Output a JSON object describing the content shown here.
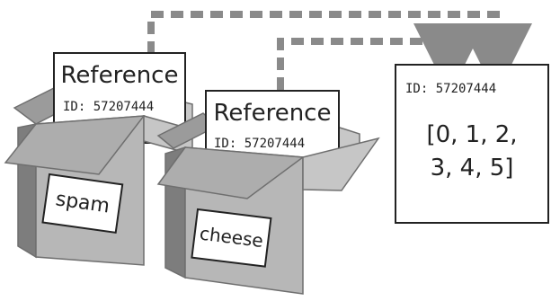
{
  "boxes": [
    {
      "label": "spam",
      "card_title": "Reference",
      "card_id": "ID: 57207444"
    },
    {
      "label": "cheese",
      "card_title": "Reference",
      "card_id": "ID: 57207444"
    }
  ],
  "object": {
    "id": "ID: 57207444",
    "value_line1": "[0, 1, 2,",
    "value_line2": "3, 4, 5]"
  },
  "colors": {
    "arrow": "#8a8a8a",
    "box_side": "#8f8f8f",
    "box_front": "#b7b7b7",
    "box_dark": "#6f6f6f",
    "ink": "#222222"
  }
}
